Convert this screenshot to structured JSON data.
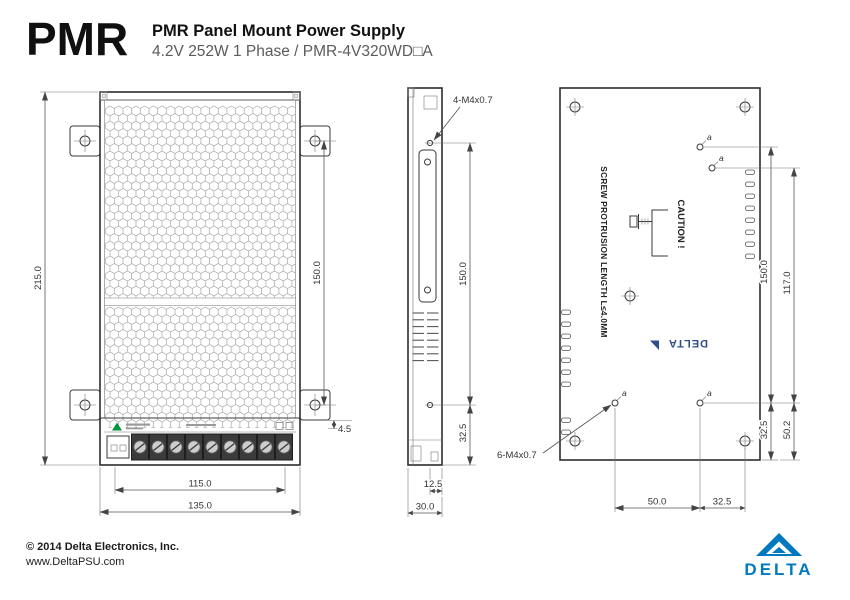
{
  "header": {
    "logo": "PMR",
    "title": "PMR Panel Mount Power Supply",
    "subtitle": "4.2V 252W 1 Phase / PMR-4V320WD□A"
  },
  "drawing": {
    "front": {
      "dim_height": "215.0",
      "dim_mount_pitch": "150.0",
      "dim_ear_offset": "4.5",
      "dim_inner_width": "115.0",
      "dim_width": "135.0"
    },
    "side": {
      "callout_holes": "4-M4x0.7",
      "dim_mount_pitch": "150.0",
      "dim_bottom_offset": "32.5",
      "dim_hole_offset": "12.5",
      "dim_depth": "30.0"
    },
    "back": {
      "note": "SCREW PROTRUSION LENGTH L≤4.0MM",
      "caution": "CAUTION !",
      "logo": "DELTA",
      "callout_holes": "6-M4x0.7",
      "hole_label": "a",
      "dim_hole_pitch_v": "150.0",
      "dim_hole_pitch_v2": "117.0",
      "dim_bottom_right": "50.2",
      "dim_bottom_offset": "32.5",
      "dim_hole_pitch_h": "50.0",
      "dim_edge_offset": "32.5"
    }
  },
  "footer": {
    "copyright": "© 2014 Delta Electronics, Inc.",
    "website": "www.DeltaPSU.com",
    "brand": "DELTA"
  },
  "colors": {
    "brand_blue": "#0079C1",
    "label_green": "#00953B",
    "line": "#333333"
  }
}
